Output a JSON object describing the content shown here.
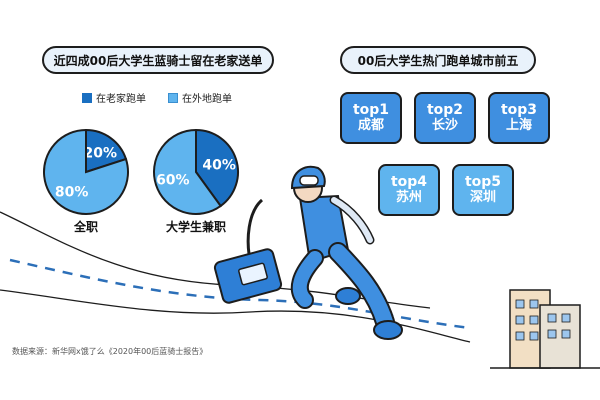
{
  "colors": {
    "dark_blue": "#1a6fc1",
    "light_blue": "#5fb4ee",
    "card_blue": "#3f8fe0",
    "title_bg": "#e9f2fb",
    "outline": "#1d1d1d"
  },
  "left_panel": {
    "title": "近四成00后大学生蓝骑士留在老家送单",
    "legend": [
      {
        "label": "在老家跑单",
        "color": "#1a6fc1"
      },
      {
        "label": "在外地跑单",
        "color": "#5fb4ee"
      }
    ]
  },
  "right_panel": {
    "title": "00后大学生热门跑单城市前五",
    "cities": [
      {
        "rank": "top1",
        "name": "成都"
      },
      {
        "rank": "top2",
        "name": "长沙"
      },
      {
        "rank": "top3",
        "name": "上海"
      },
      {
        "rank": "top4",
        "name": "苏州"
      },
      {
        "rank": "top5",
        "name": "深圳"
      }
    ]
  },
  "chart_data": [
    {
      "type": "pie",
      "title": "全职",
      "slices": [
        {
          "label": "在老家跑单",
          "value": 20,
          "display": "20%"
        },
        {
          "label": "在外地跑单",
          "value": 80,
          "display": "80%"
        }
      ]
    },
    {
      "type": "pie",
      "title": "大学生兼职",
      "slices": [
        {
          "label": "在老家跑单",
          "value": 40,
          "display": "40%"
        },
        {
          "label": "在外地跑单",
          "value": 60,
          "display": "60%"
        }
      ]
    }
  ],
  "source_note": "数据来源：新华网x饿了么《2020年00后蓝骑士报告》"
}
